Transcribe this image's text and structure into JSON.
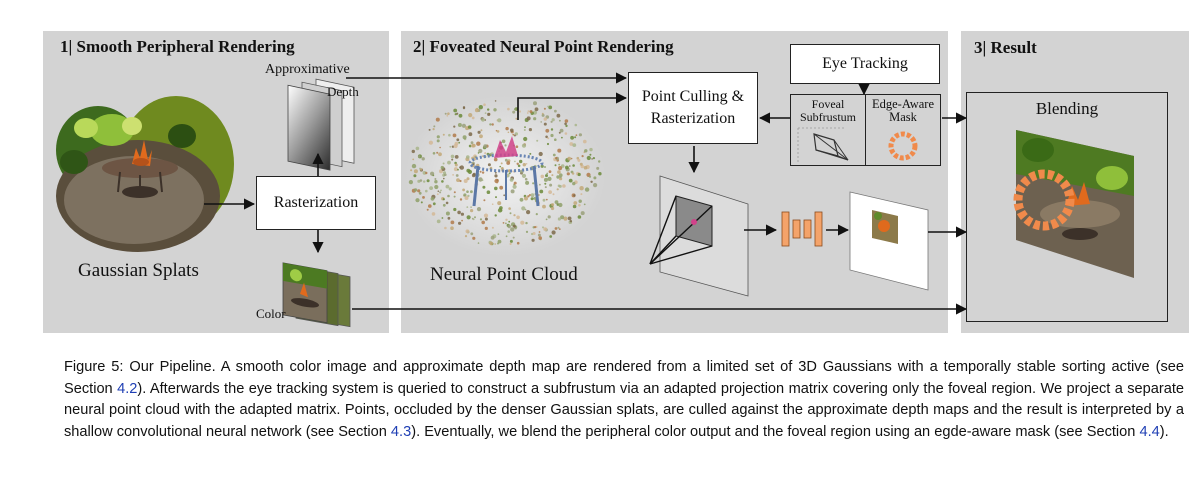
{
  "figure": {
    "panel1": {
      "title": "1| Smooth Peripheral Rendering",
      "approx_label": "Approximative",
      "depth_label": "Depth",
      "rasterization_label": "Rasterization",
      "gaussian_label": "Gaussian Splats",
      "color_label": "Color"
    },
    "panel2": {
      "title": "2| Foveated Neural Point Rendering",
      "culling_label": "Point Culling & Rasterization",
      "eye_tracking_label": "Eye Tracking",
      "foveal_label": "Foveal Subfrustum",
      "edge_mask_label": "Edge-Aware Mask",
      "point_cloud_label": "Neural Point Cloud"
    },
    "panel3": {
      "title": "3| Result",
      "blending_label": "Blending"
    },
    "colors": {
      "panel_bg": "#d3d3d3",
      "network_orange": "#f4a36a",
      "mask_orange": "#f08a4b",
      "foliage_green": "#4f7a22"
    }
  },
  "caption": {
    "p1": "Figure 5: Our Pipeline.  A smooth color image and approximate depth map are rendered from a limited set of 3D Gaussians with a temporally stable sorting active (see Section ",
    "ref1": "4.2",
    "p2": ").  Afterwards the eye tracking system is queried to construct a subfrustum via an adapted projection matrix covering only the foveal region.  We project a separate neural point cloud with the adapted matrix.  Points, occluded by the denser Gaussian splats, are culled against the approximate depth maps and the result is interpreted by a shallow convolutional neural network (see Section ",
    "ref2": "4.3",
    "p3": "). Eventually, we blend the peripheral color output and the foveal region using an egde-aware mask (see Section ",
    "ref3": "4.4",
    "p4": ")."
  }
}
